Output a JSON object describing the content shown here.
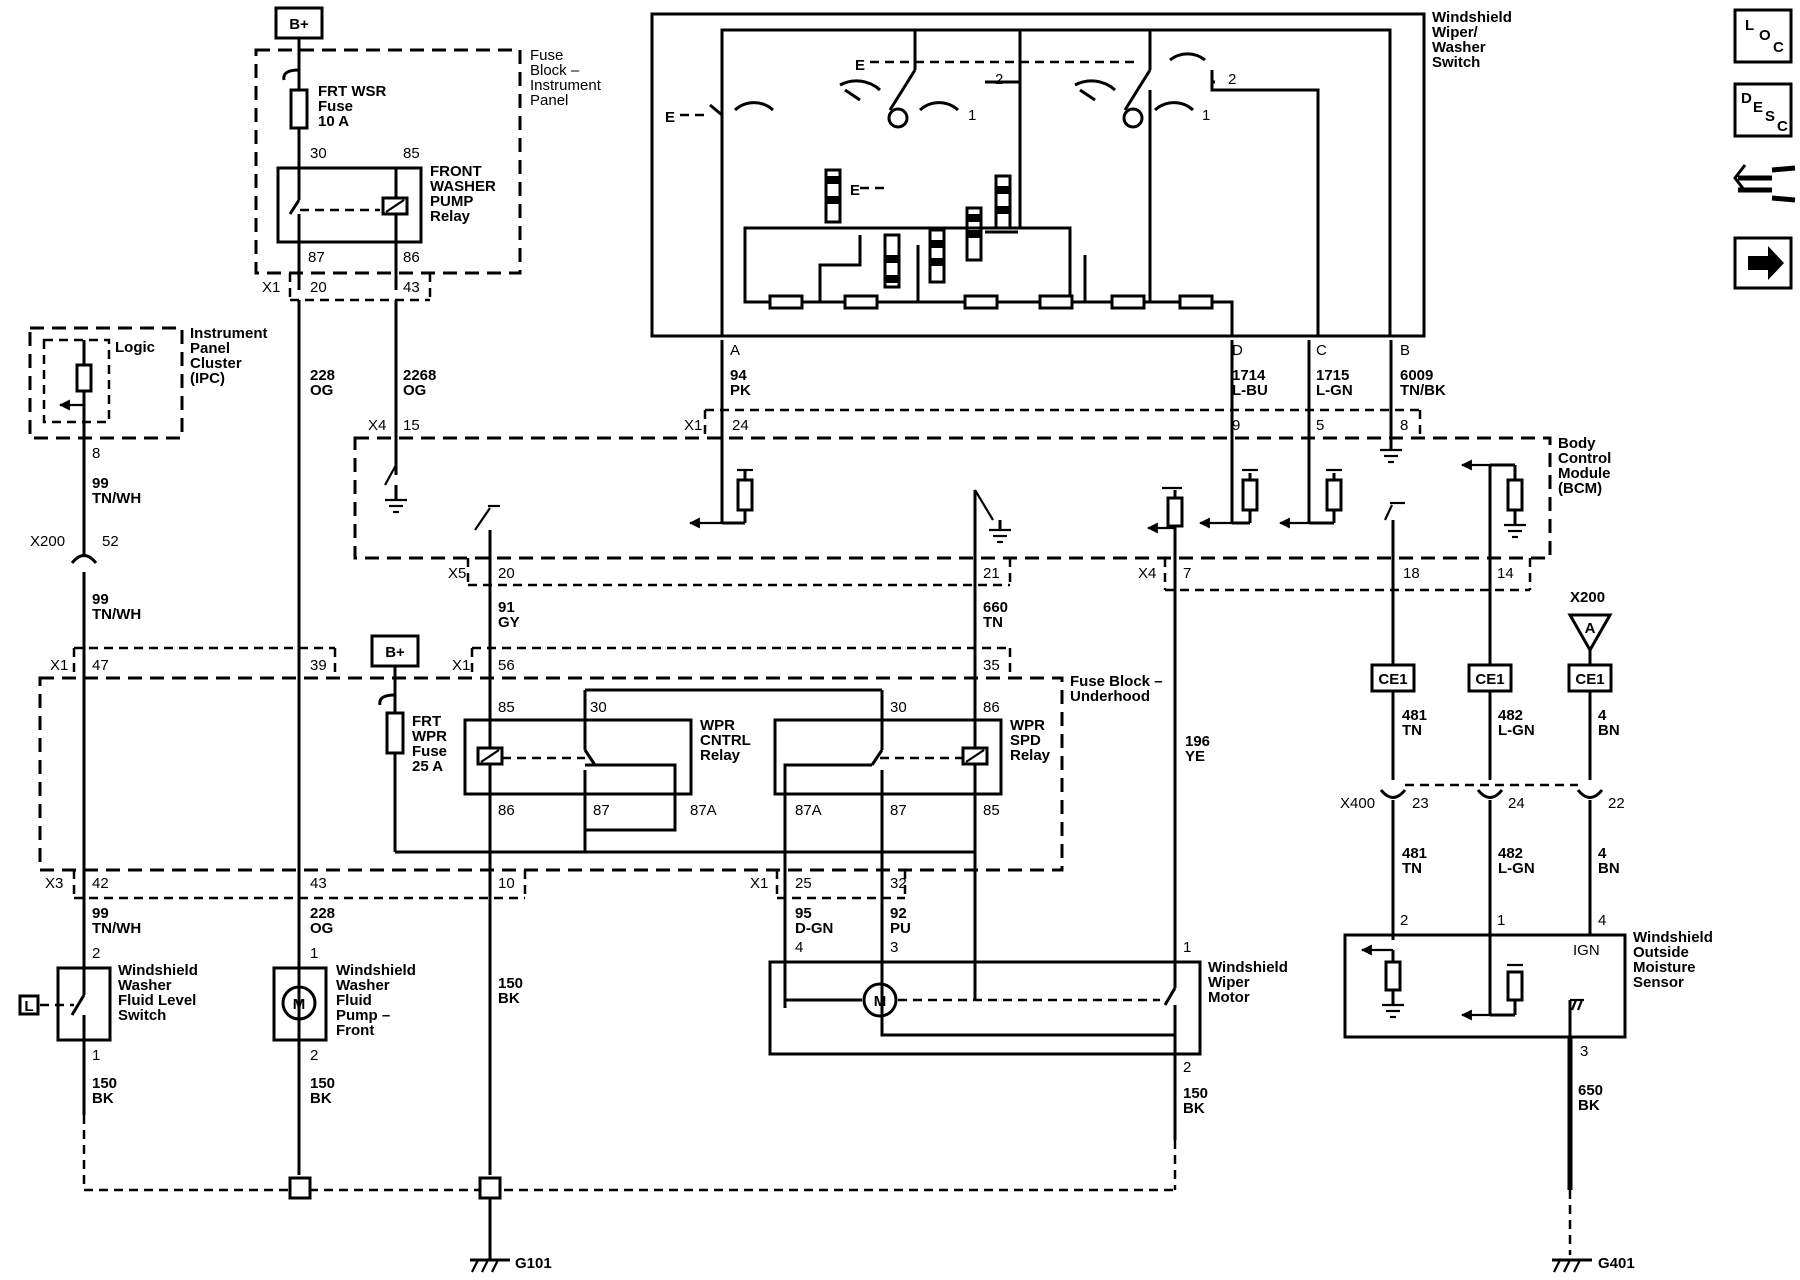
{
  "components": {
    "fuse_block_ip": "Fuse\nBlock –\nInstrument\nPanel",
    "fuse_block_uh": "Fuse Block –\nUnderhood",
    "ipc": "Instrument\nPanel\nCluster\n(IPC)",
    "ipc_logic": "Logic",
    "bcm": "Body\nControl\nModule\n(BCM)",
    "wiper_switch": "Windshield\nWiper/\nWasher\nSwitch",
    "frt_wsr_fuse": "FRT WSR\nFuse\n10 A",
    "front_washer_relay": "FRONT\nWASHER\nPUMP\nRelay",
    "frt_wpr_fuse": "FRT\nWPR\nFuse\n25 A",
    "wpr_cntrl_relay": "WPR\nCNTRL\nRelay",
    "wpr_spd_relay": "WPR\nSPD\nRelay",
    "fluid_level_switch": "Windshield\nWasher\nFluid Level\nSwitch",
    "washer_pump": "Windshield\nWasher\nFluid\nPump –\nFront",
    "wiper_motor": "Windshield\nWiper\nMotor",
    "moisture_sensor": "Windshield\nOutside\nMoisture\nSensor",
    "moisture_ign": "IGN",
    "battery_label": "B+",
    "motor_symbol": "M",
    "x200_splice": "A",
    "level_box": "L"
  },
  "grounds": {
    "g101": "G101",
    "g401": "G401"
  },
  "connectors": {
    "x1": "X1",
    "x3": "X3",
    "x4": "X4",
    "x5": "X5",
    "x200": "X200",
    "x400": "X400",
    "ce1": "CE1"
  },
  "pins": {
    "ip_x1_20": "20",
    "ip_x1_43": "43",
    "r_30": "30",
    "r_85": "85",
    "r_87": "87",
    "r_86": "86",
    "ipc_8": "8",
    "x200_52": "52",
    "bcm_x4_15": "15",
    "bcm_x1_24": "24",
    "bcm_x1_9": "9",
    "bcm_x1_5": "5",
    "bcm_x1_8": "8",
    "bcm_x5_20": "20",
    "bcm_x5_21": "21",
    "bcm_x4_7": "7",
    "bcm_x4_18": "18",
    "bcm_x4_14": "14",
    "uh_x1_47": "47",
    "uh_x1_39": "39",
    "uh_x1_56": "56",
    "uh_x1_35": "35",
    "c_85": "85",
    "c_30": "30",
    "c_86": "86",
    "c_87": "87",
    "c_87a": "87A",
    "s_30": "30",
    "s_86": "86",
    "s_87a": "87A",
    "s_87": "87",
    "s_85": "85",
    "uh_x3_42": "42",
    "uh_x3_43": "43",
    "uh_x3_10": "10",
    "uh_x1_25": "25",
    "uh_x1_32": "32",
    "sw_2": "2",
    "sw_1": "1",
    "pump_1": "1",
    "pump_2": "2",
    "mot_4": "4",
    "mot_3": "3",
    "mot_1": "1",
    "mot_2": "2",
    "x400_23": "23",
    "x400_24": "24",
    "x400_22": "22",
    "ms_2": "2",
    "ms_1": "1",
    "ms_4": "4",
    "ms_3": "3",
    "ws_a": "A",
    "ws_d": "D",
    "ws_c": "C",
    "ws_b": "B",
    "ws_sw1": "1",
    "ws_sw2": "2",
    "ws_sw1b": "1",
    "ws_sw2b": "2"
  },
  "wires": {
    "w228": "228\nOG",
    "w2268": "2268\nOG",
    "w99": "99\nTN/WH",
    "w94": "94\nPK",
    "w1714": "1714\nL-BU",
    "w1715": "1715\nL-GN",
    "w6009": "6009\nTN/BK",
    "w91": "91\nGY",
    "w660": "660\nTN",
    "w196": "196\nYE",
    "w481": "481\nTN",
    "w482": "482\nL-GN",
    "w4": "4\nBN",
    "w95": "95\nD-GN",
    "w92": "92\nPU",
    "w150": "150\nBK",
    "w650": "650\nBK"
  },
  "nav_icons": {
    "loc": [
      "L",
      "O",
      "C"
    ],
    "desc": [
      "D",
      "E",
      "S",
      "C"
    ],
    "connector": "connector-icon",
    "next": "arrow-right-icon"
  }
}
